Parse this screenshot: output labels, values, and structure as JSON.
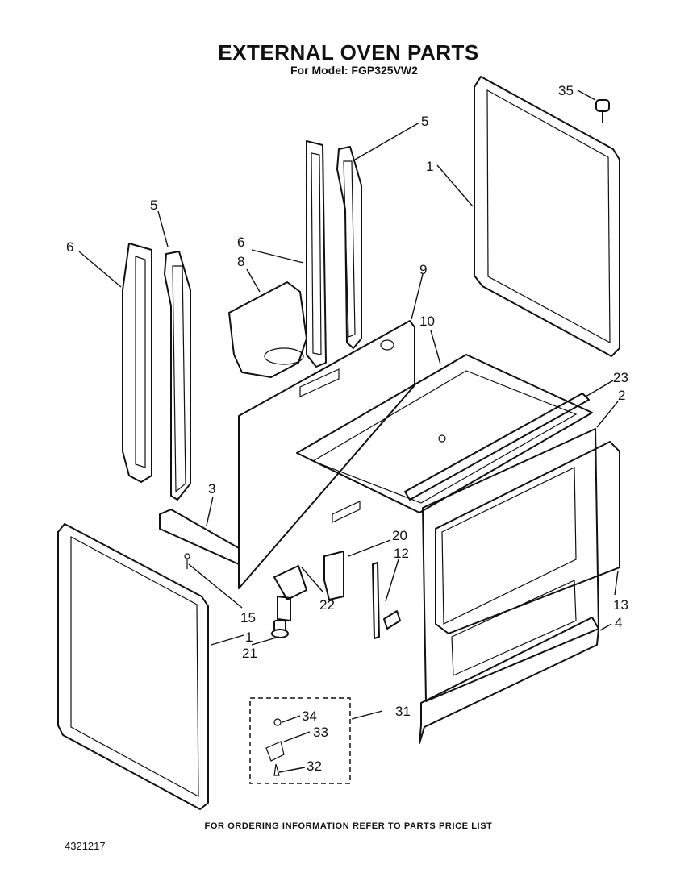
{
  "header": {
    "title": "EXTERNAL OVEN PARTS",
    "subtitle": "For Model: FGP325VW2"
  },
  "footer": {
    "note": "FOR ORDERING INFORMATION REFER TO PARTS PRICE LIST",
    "document_number": "4321217"
  },
  "callouts": {
    "c35": "35",
    "c5_top": "5",
    "c1_top": "1",
    "c5_left": "5",
    "c6_left": "6",
    "c6_mid": "6",
    "c8": "8",
    "c9": "9",
    "c10": "10",
    "c23": "23",
    "c2": "2",
    "c3": "3",
    "c20": "20",
    "c12": "12",
    "c22": "22",
    "c15": "15",
    "c1_bottom": "1",
    "c21": "21",
    "c13": "13",
    "c4": "4",
    "c31": "31",
    "c34": "34",
    "c33": "33",
    "c32": "32"
  }
}
